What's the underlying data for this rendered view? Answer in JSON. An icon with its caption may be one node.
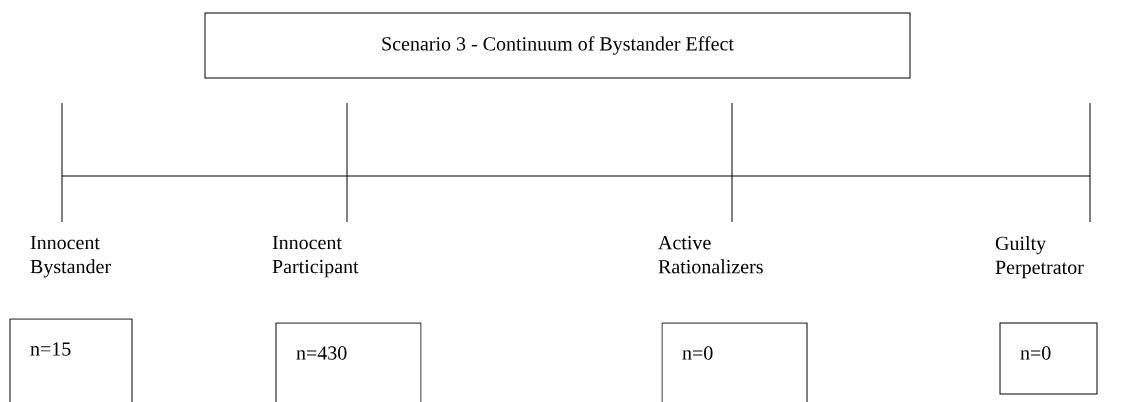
{
  "diagram": {
    "title": "Scenario 3 - Continuum of Bystander Effect",
    "nodes": [
      {
        "text": [
          "Innocent Bystander",
          "n=15"
        ]
      },
      {
        "text": [
          "Innocent Participant",
          "n=430"
        ]
      },
      {
        "text": [
          "Active Rationalizers",
          "n=0"
        ]
      },
      {
        "text": [
          "Guilty Perpetrator",
          "n=0"
        ]
      }
    ]
  }
}
